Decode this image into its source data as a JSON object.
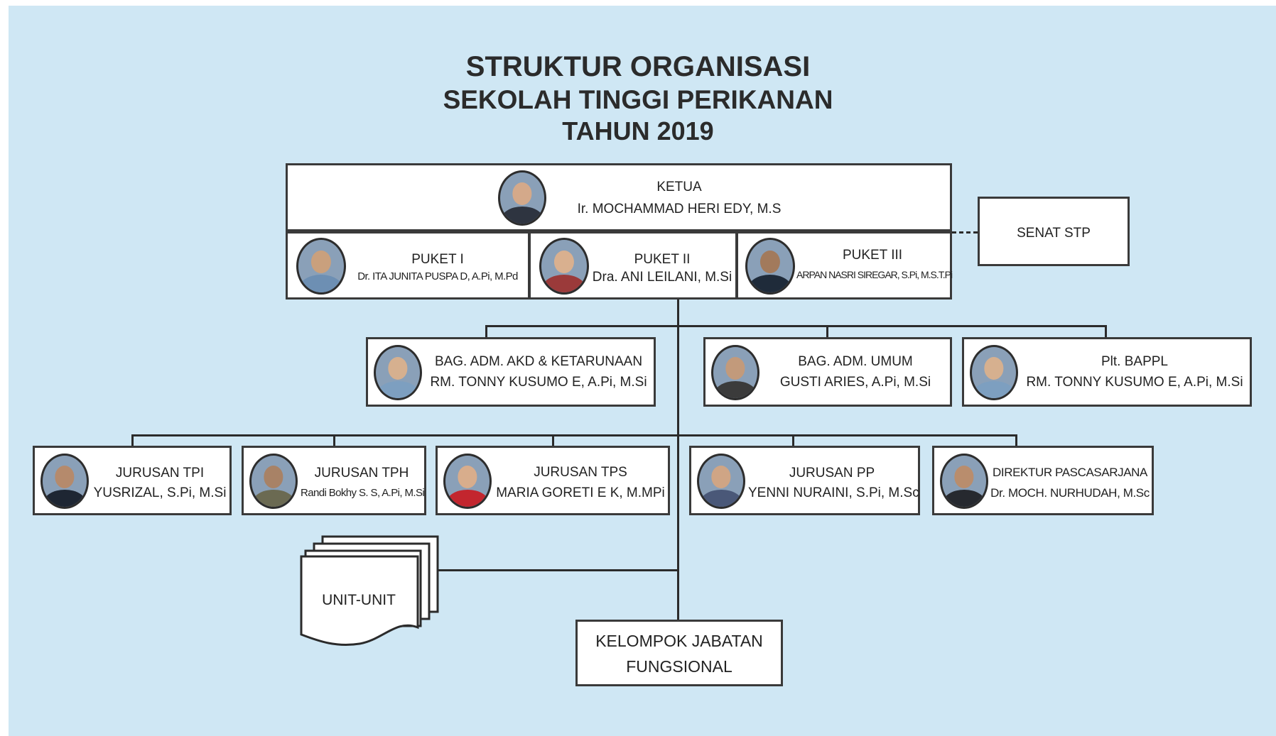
{
  "title": {
    "line1": "STRUKTUR ORGANISASI",
    "line2": "SEKOLAH TINGGI PERIKANAN",
    "line3": "TAHUN 2019"
  },
  "colors": {
    "background": "#cfe7f4",
    "border": "#3a3a3a",
    "box": "#ffffff",
    "text": "#222222"
  },
  "ketua": {
    "role": "KETUA",
    "name": "Ir. MOCHAMMAD HERI EDY, M.S",
    "photo_icon": "person-photo-icon"
  },
  "senat": {
    "label": "SENAT STP"
  },
  "puket": [
    {
      "role": "PUKET I",
      "name": "Dr. ITA JUNITA PUSPA D, A.Pi, M.Pd",
      "photo_icon": "person-photo-icon"
    },
    {
      "role": "PUKET II",
      "name": "Dra. ANI LEILANI, M.Si",
      "photo_icon": "person-photo-icon"
    },
    {
      "role": "PUKET III",
      "name": "ARPAN NASRI SIREGAR, S.Pi, M.S.T.Pi",
      "photo_icon": "person-photo-icon"
    }
  ],
  "bagian": [
    {
      "role": "BAG. ADM. AKD & KETARUNAAN",
      "name": "RM. TONNY KUSUMO E, A.Pi, M.Si",
      "photo_icon": "person-photo-icon"
    },
    {
      "role": "BAG. ADM. UMUM",
      "name": "GUSTI ARIES, A.Pi, M.Si",
      "photo_icon": "person-photo-icon"
    },
    {
      "role": "Plt. BAPPL",
      "name": "RM. TONNY KUSUMO E, A.Pi, M.Si",
      "photo_icon": "person-photo-icon"
    }
  ],
  "jurusan": [
    {
      "role": "JURUSAN TPI",
      "name": "YUSRIZAL, S.Pi, M.Si",
      "photo_icon": "person-photo-icon"
    },
    {
      "role": "JURUSAN TPH",
      "name": "Randi Bokhy S. S, A.Pi, M.Si",
      "photo_icon": "person-photo-icon"
    },
    {
      "role": "JURUSAN TPS",
      "name": "MARIA GORETI E K, M.MPi",
      "photo_icon": "person-photo-icon"
    },
    {
      "role": "JURUSAN PP",
      "name": "YENNI NURAINI, S.Pi, M.Sc",
      "photo_icon": "person-photo-icon"
    },
    {
      "role": "DIREKTUR PASCASARJANA",
      "name": "Dr. MOCH. NURHUDAH, M.Sc",
      "photo_icon": "person-photo-icon"
    }
  ],
  "unit": {
    "label": "UNIT-UNIT"
  },
  "fungsional": {
    "line1": "KELOMPOK JABATAN",
    "line2": "FUNGSIONAL"
  }
}
